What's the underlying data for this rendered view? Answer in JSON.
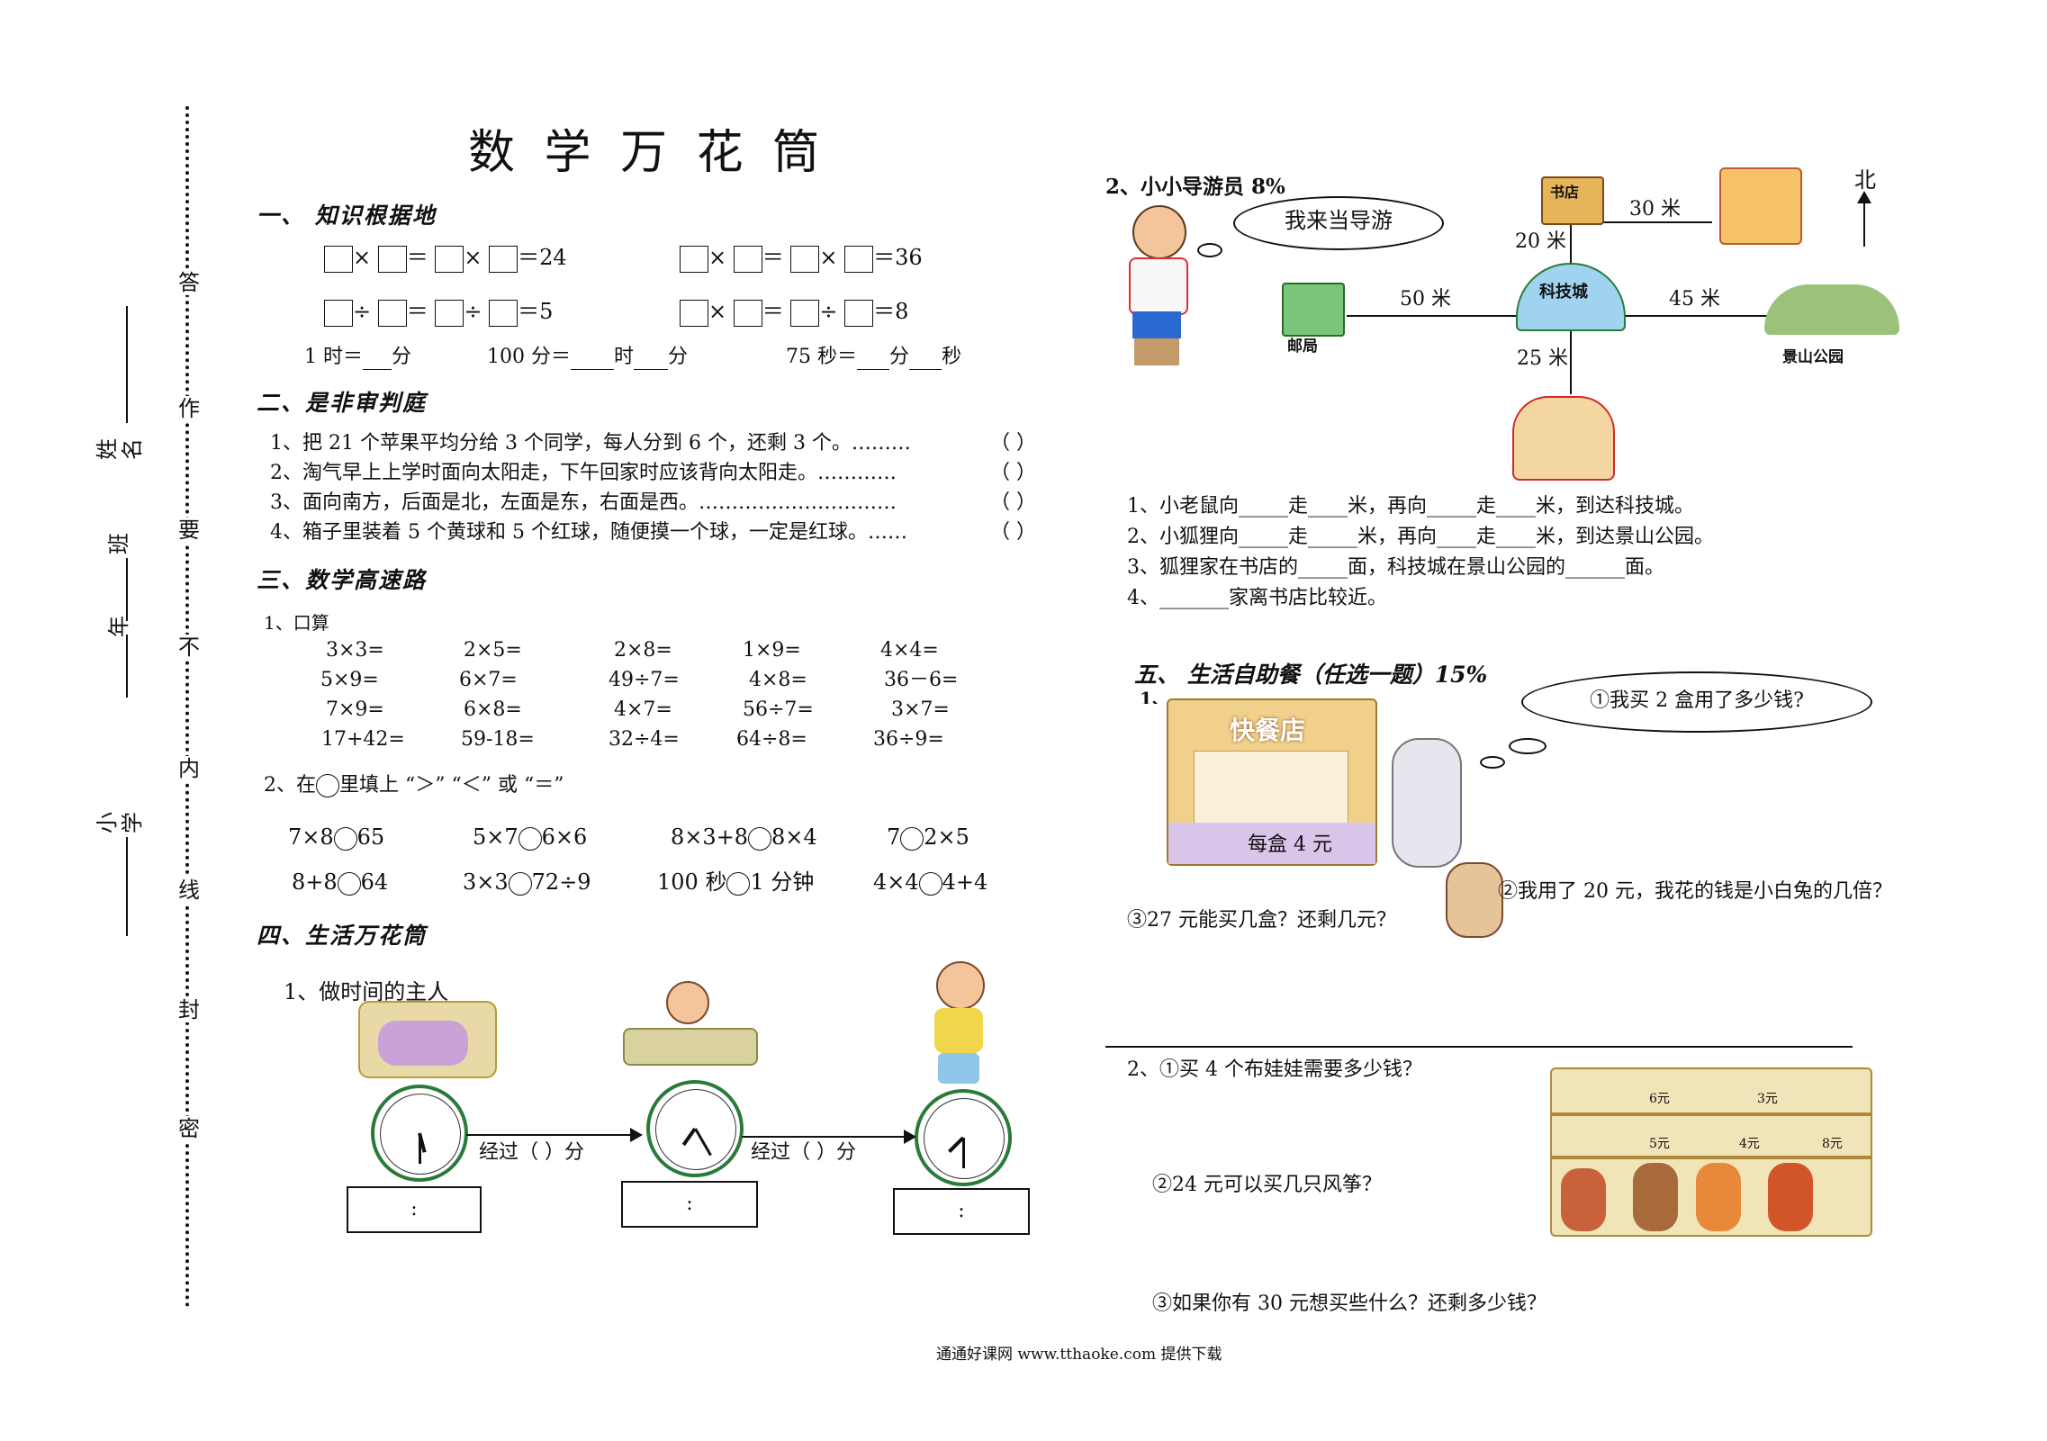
{
  "title": "数 学 万 花 筒",
  "margin_labels": {
    "left_col": [
      "姓名",
      "班",
      "年",
      "小学"
    ],
    "seal_col": [
      "答",
      "作",
      "要",
      "不",
      "内",
      "线",
      "封",
      "密"
    ]
  },
  "sec1": {
    "heading": "一、  知识根据地",
    "rows": [
      {
        "left": [
          {
            "op": "×"
          },
          {
            "op": "＝"
          },
          {
            "op": "×"
          },
          {
            "op": "＝24"
          }
        ],
        "right": [
          {
            "op": "×"
          },
          {
            "op": "＝"
          },
          {
            "op": "×"
          },
          {
            "op": "＝36"
          }
        ]
      },
      {
        "left": [
          {
            "op": "÷"
          },
          {
            "op": "＝"
          },
          {
            "op": "÷"
          },
          {
            "op": "＝5"
          }
        ],
        "right": [
          {
            "op": "×"
          },
          {
            "op": "＝"
          },
          {
            "op": "÷"
          },
          {
            "op": "＝8"
          }
        ]
      }
    ],
    "units": {
      "a": "1 时＝",
      "a2": "分",
      "b": "100 分＝",
      "b2": "时",
      "b3": "分",
      "c": "75 秒＝",
      "c2": "分",
      "c3": "秒"
    }
  },
  "sec2": {
    "heading": "二、是非审判庭",
    "items": [
      "1、把 21 个苹果平均分给 3 个同学，每人分到 6 个，还剩 3 个。………",
      "2、淘气早上上学时面向太阳走，下午回家时应该背向太阳走。…………",
      "3、面向南方，后面是北，左面是东，右面是西。…………………………",
      "4、箱子里装着 5 个黄球和 5 个红球，随便摸一个球，一定是红球。……"
    ],
    "paren": "（    ）"
  },
  "sec3": {
    "heading": "三、数学高速路",
    "sub1": "1、口算",
    "calc": [
      [
        "3×3=",
        "2×5=",
        "2×8=",
        "1×9=",
        "4×4="
      ],
      [
        "5×9=",
        "6×7=",
        "49÷7=",
        "4×8=",
        "36－6="
      ],
      [
        "7×9=",
        "6×8=",
        "4×7=",
        "56÷7=",
        "3×7="
      ],
      [
        "17+42=",
        "59-18=",
        "32÷4=",
        "64÷8=",
        "36÷9="
      ]
    ],
    "sub2_a": "2、在",
    "sub2_b": "里填上 “＞” “＜” 或 “＝”",
    "compare": [
      [
        [
          "7×8",
          "65"
        ],
        [
          "5×7",
          "6×6"
        ],
        [
          "8×3+8",
          "8×4"
        ],
        [
          "7",
          "2×5"
        ]
      ],
      [
        [
          "8+8",
          "64"
        ],
        [
          "3×3",
          "72÷9"
        ],
        [
          "100 秒",
          "1 分钟"
        ],
        [
          "4×4",
          "4+4"
        ]
      ]
    ]
  },
  "sec4": {
    "heading": "四、生活万花筒",
    "sub1": "1、做时间的主人",
    "pass_label": "经过（    ）分",
    "colon": ":"
  },
  "guide": {
    "heading": "2、小小导游员  8%",
    "bubble": "我来当导游",
    "north": "北",
    "places": {
      "bookstore": "书店",
      "science": "科技城",
      "post": "邮局",
      "park": "景山公园"
    },
    "distances": {
      "d30": "30 米",
      "d20": "20 米",
      "d50": "50 米",
      "d45": "45 米",
      "d25": "25 米"
    },
    "questions": [
      "1、小老鼠向_____走____米，再向_____走____米，到达科技城。",
      "2、小狐狸向_____走_____米，再向____走____米，到达景山公园。",
      "3、狐狸家在书店的_____面，科技城在景山公园的______面。",
      "4、_______家离书店比较近。"
    ]
  },
  "sec5": {
    "heading": "五、  生活自助餐（任选一题）15%",
    "num": "1、",
    "shop_sign": "快餐店",
    "price": "每盒 4 元",
    "q1": "①我买 2 盒用了多少钱?",
    "q2": "②我用了 20 元，我花的钱是小白兔的几倍？",
    "q3": "③27 元能买几盒？还剩几元？"
  },
  "sec6": {
    "q1": "2、①买 4 个布娃娃需要多少钱？",
    "q2": "②24 元可以买几只风筝？",
    "q3": "③如果你有 30 元想买些什么？还剩多少钱？",
    "shelf_prices": [
      "6元",
      "3元",
      "5元",
      "4元",
      "8元"
    ]
  },
  "footer": "通通好课网  www.tthaoke.com  提供下载"
}
